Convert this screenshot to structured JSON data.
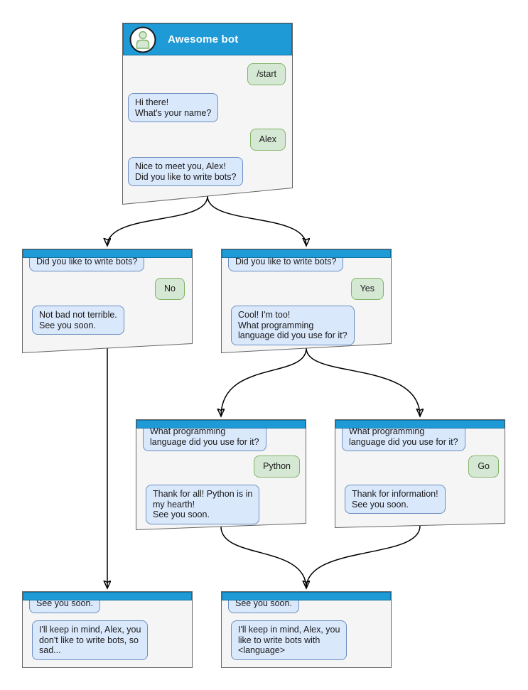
{
  "colors": {
    "header_blue": "#1E9AD6",
    "header_stroke": "#10719F",
    "window_bg": "#F5F5F5",
    "window_border": "#666666",
    "bot_bubble_bg": "#DAE8FC",
    "bot_bubble_border": "#6C8EBF",
    "user_bubble_bg": "#D5E8D4",
    "user_bubble_border": "#82B366",
    "arrow": "#000000",
    "text": "#1A1A1A",
    "title_text": "#FFFFFF"
  },
  "windows": [
    {
      "id": "start",
      "title": "Awesome bot",
      "messages": [
        {
          "from": "user",
          "text": "/start"
        },
        {
          "from": "bot",
          "text": "Hi there!\nWhat's your name?"
        },
        {
          "from": "user",
          "text": "Alex"
        },
        {
          "from": "bot",
          "text": "Nice to meet you, Alex!\nDid you like to write bots?"
        }
      ]
    },
    {
      "id": "branch-no",
      "messages": [
        {
          "from": "bot",
          "text": "Did you like to write bots?"
        },
        {
          "from": "user",
          "text": "No"
        },
        {
          "from": "bot",
          "text": "Not bad not terrible.\nSee you soon."
        }
      ]
    },
    {
      "id": "branch-yes",
      "messages": [
        {
          "from": "bot",
          "text": "Did you like to write bots?"
        },
        {
          "from": "user",
          "text": "Yes"
        },
        {
          "from": "bot",
          "text": "Cool! I'm too!\nWhat programming\nlanguage did you use for it?"
        }
      ]
    },
    {
      "id": "lang-python",
      "messages": [
        {
          "from": "bot",
          "text": "What programming\nlanguage did you use for it?"
        },
        {
          "from": "user",
          "text": "Python"
        },
        {
          "from": "bot",
          "text": "Thank for all! Python is in\nmy hearth!\nSee you soon."
        }
      ]
    },
    {
      "id": "lang-go",
      "messages": [
        {
          "from": "bot",
          "text": "What programming\nlanguage did you use for it?"
        },
        {
          "from": "user",
          "text": "Go"
        },
        {
          "from": "bot",
          "text": "Thank for information!\nSee you soon."
        }
      ]
    },
    {
      "id": "end-no",
      "messages": [
        {
          "from": "bot",
          "text": "See you soon."
        },
        {
          "from": "bot",
          "text": "I'll keep in mind, Alex, you\ndon't like to write bots, so\nsad..."
        }
      ]
    },
    {
      "id": "end-yes",
      "messages": [
        {
          "from": "bot",
          "text": "See you soon."
        },
        {
          "from": "bot",
          "text": "I'll keep in mind, Alex, you\nlike to write bots with\n<language>"
        }
      ]
    }
  ],
  "edges": [
    {
      "from": "start",
      "to": "branch-no"
    },
    {
      "from": "start",
      "to": "branch-yes"
    },
    {
      "from": "branch-yes",
      "to": "lang-python"
    },
    {
      "from": "branch-yes",
      "to": "lang-go"
    },
    {
      "from": "branch-no",
      "to": "end-no"
    },
    {
      "from": "lang-python",
      "to": "end-yes"
    },
    {
      "from": "lang-go",
      "to": "end-yes"
    }
  ]
}
